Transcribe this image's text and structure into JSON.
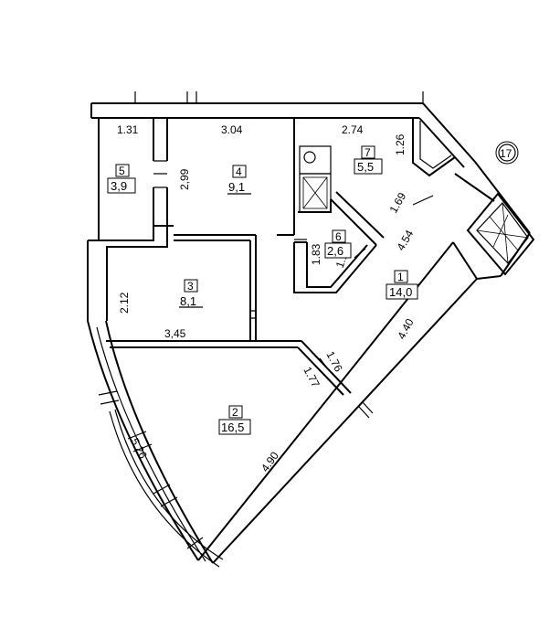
{
  "rooms": [
    {
      "id": "1",
      "number": "1",
      "area": "14,0"
    },
    {
      "id": "2",
      "number": "2",
      "area": "16,5"
    },
    {
      "id": "3",
      "number": "3",
      "area": "8,1"
    },
    {
      "id": "4",
      "number": "4",
      "area": "9,1"
    },
    {
      "id": "5",
      "number": "5",
      "area": "3,9"
    },
    {
      "id": "6",
      "number": "6",
      "area": "2,6"
    },
    {
      "id": "7",
      "number": "7",
      "area": "5,5"
    }
  ],
  "marker": "17",
  "dimensions": {
    "d_131": "1.31",
    "d_304": "3.04",
    "d_274": "2.74",
    "d_126": "1.26",
    "d_299": "2,99",
    "d_169": "1.69",
    "d_454": "4.54",
    "d_183": "1.83",
    "d_117": "1.17",
    "d_212": "2.12",
    "d_345": "3,45",
    "d_440": "4.40",
    "d_176": "1.76",
    "d_177": "1.77",
    "d_526": "5.26",
    "d_490": "4.90"
  }
}
